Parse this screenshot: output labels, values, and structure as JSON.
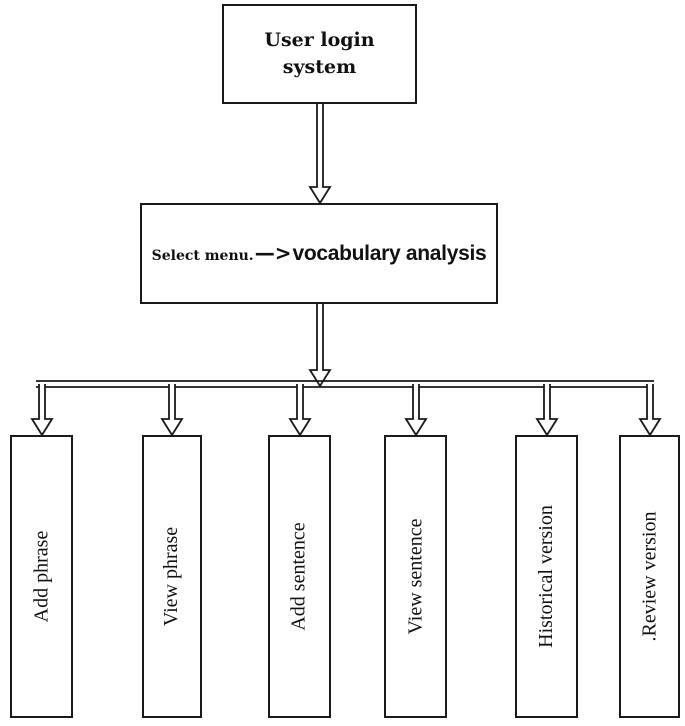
{
  "top_box": {
    "label_line1": "User login",
    "label_line2": "system"
  },
  "menu_box": {
    "prefix": "Select menu.",
    "arrow": "—>",
    "label": "vocabulary analysis"
  },
  "functions": [
    {
      "label": "Add phrase"
    },
    {
      "label": "View phrase"
    },
    {
      "label": "Add sentence"
    },
    {
      "label": "View sentence"
    },
    {
      "label": "Historical version"
    },
    {
      "label": ".Review version"
    }
  ],
  "colors": {
    "stroke": "#1a1a1a",
    "text": "#111111",
    "background": "#ffffff"
  }
}
